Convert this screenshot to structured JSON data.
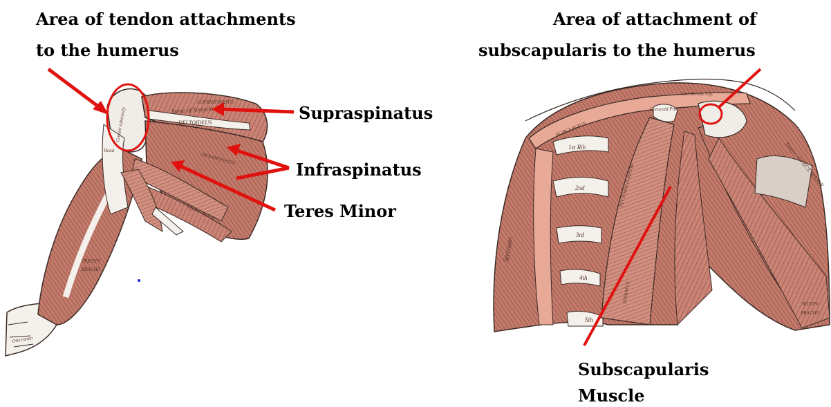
{
  "left_figure": {
    "title_line1": "Area of tendon attachments",
    "title_line2": "to the humerus",
    "labels": {
      "supraspinatus": "Supraspinatus",
      "infraspinatus": "Infraspinatus",
      "teres_minor": "Teres Minor"
    },
    "engraved": {
      "spine": "Spine of Scapula",
      "deltoideus": "DELTOIDEUS",
      "teres_major": "TERES MAJOR",
      "triceps": "TRICEPS",
      "brachii": "BRACHII",
      "olecranon": "Olecranon",
      "greater_tuberosity": "Greater tuberosity",
      "supraspinatus_small": "SUPRASPINATUS",
      "infraspinatus_small": "INFRASPINATUS",
      "head": "Head"
    }
  },
  "right_figure": {
    "title_line1": "Area of attachment of",
    "title_line2": "subscapularis to the humerus",
    "label_line1": "Subscapularis",
    "label_line2": "Muscle",
    "engraved": {
      "subclavius": "SUBCLAVIUS",
      "rib1": "1st Rib",
      "rib2": "2nd",
      "rib3": "3rd",
      "rib4": "4th",
      "rib5": "5th",
      "sternum": "Sternum",
      "coracoid": "Coracoid Proc.",
      "cor_acrom": "Cor. Acrom. Lig.",
      "tendon": "Tendon of PECT. MAJOR",
      "biceps": "BICEPS",
      "brachii": "BRACHII",
      "pectoralis": "PECTORALIS MINOR",
      "serratus": "SERRATUS"
    }
  },
  "colors": {
    "arrow": "#e0120f",
    "muscle": "#c98475",
    "muscle_dark": "#8b4a3c",
    "muscle_light": "#e8b7a8",
    "bone": "#f4f1ec",
    "outline": "#3a2a25"
  }
}
